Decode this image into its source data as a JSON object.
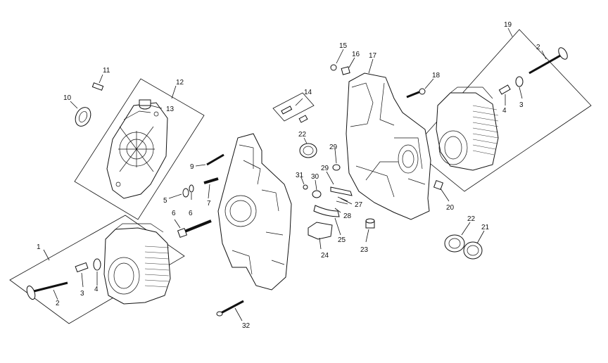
{
  "callouts": {
    "c1": "1",
    "c2a": "2",
    "c2b": "2",
    "c3a": "3",
    "c3b": "3",
    "c4a": "4",
    "c4b": "4",
    "c5": "5",
    "c6a": "6",
    "c6b": "6",
    "c7": "7",
    "c9": "9",
    "c10": "10",
    "c11": "11",
    "c12": "12",
    "c13": "13",
    "c14": "14",
    "c15": "15",
    "c16": "16",
    "c17": "17",
    "c18": "18",
    "c19": "19",
    "c20": "20",
    "c21": "21",
    "c22a": "22",
    "c22b": "22",
    "c23": "23",
    "c24": "24",
    "c25": "25",
    "c27": "27",
    "c28": "28",
    "c29a": "29",
    "c29b": "29",
    "c30": "30",
    "c31": "31",
    "c32": "32"
  }
}
